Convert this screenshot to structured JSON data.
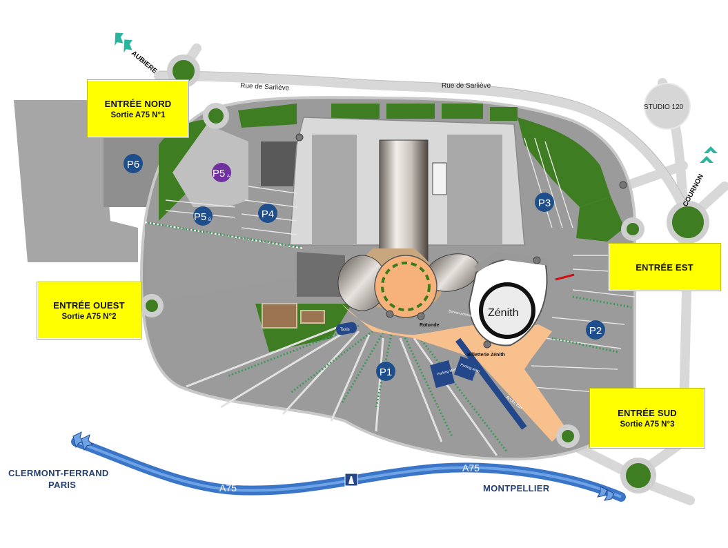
{
  "entrances": {
    "north": {
      "title": "ENTRÉE NORD",
      "subtitle": "Sortie A75 N°1"
    },
    "west": {
      "title": "ENTRÉE OUEST",
      "subtitle": "Sortie A75 N°2"
    },
    "east": {
      "title": "ENTRÉE EST",
      "subtitle": ""
    },
    "south": {
      "title": "ENTRÉE SUD",
      "subtitle": "Sortie A75 N°3"
    }
  },
  "parkings": {
    "p1": "P1",
    "p2": "P2",
    "p3": "P3",
    "p4": "P4",
    "p5a": "P5",
    "p5a_sub": "A",
    "p5b": "P5",
    "p5b_sub": "B",
    "p6": "P6"
  },
  "venue": {
    "name": "Zénith",
    "rotonde": "Rotonde",
    "billetterie": "Billetterie Zénith",
    "bureau": "Bureau administratif"
  },
  "zones": {
    "taxis": "Taxis",
    "minibus": "Parking Minibus",
    "moto": "Parking Moto",
    "bus": "Accès Bus"
  },
  "roads": {
    "rue1": "Rue de Sarliève",
    "rue2": "Rue de Sarliève",
    "a75_west": "A75",
    "a75_east": "A75"
  },
  "destinations": {
    "aubiere": "AUBIERE",
    "cournon": "COURNON",
    "clermont": "CLERMONT-FERRAND",
    "paris": "PARIS",
    "montpellier": "MONTPELLIER",
    "studio": "STUDIO 120"
  },
  "colors": {
    "entry_yellow": "#ffff00",
    "parking_blue": "#1f4e8c",
    "p5a_purple": "#7030a0",
    "a75_blue": "#3d7ad1",
    "plaza_orange": "#f9c08f",
    "green": "#3c7a1e",
    "arrow_teal": "#2bb4a0"
  }
}
